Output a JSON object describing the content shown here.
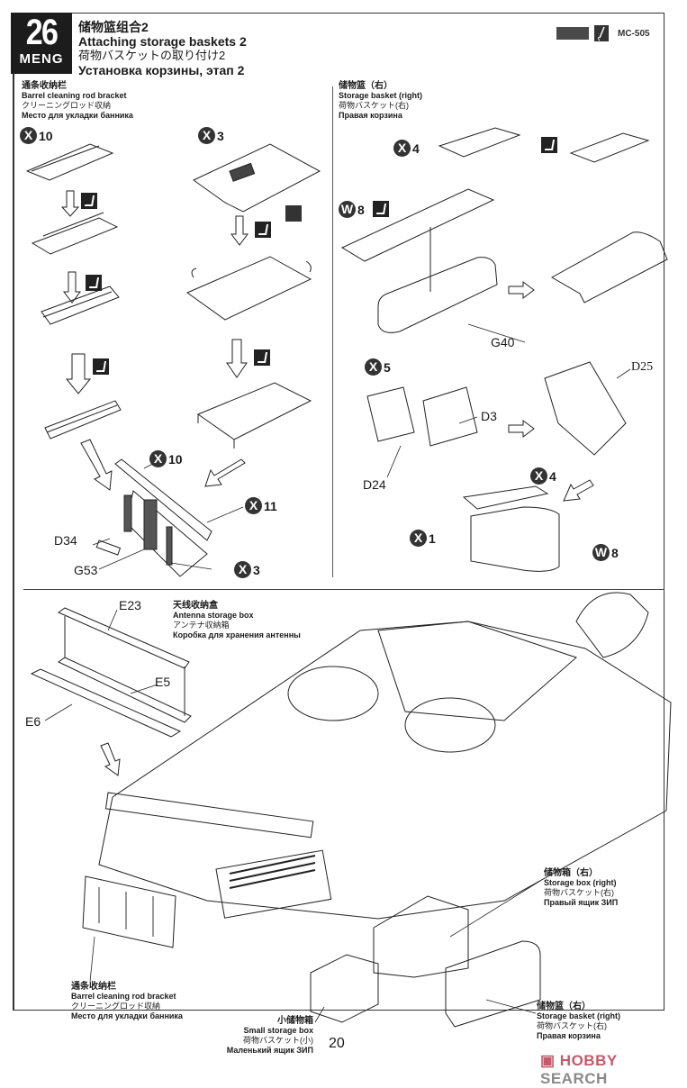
{
  "header": {
    "step_number": "26",
    "brand": "MENG",
    "title_zh": "储物篮组合2",
    "title_en": "Attaching storage baskets 2",
    "title_ja": "荷物バスケットの取り付け2",
    "title_ru": "Установка корзины, этап 2",
    "paint": {
      "swatch_color": "#4a4a4a",
      "code": "MC-505",
      "icon": "brush-icon"
    }
  },
  "sections": {
    "barrel_bracket_top": {
      "zh": "通条收纳栏",
      "en": "Barrel cleaning rod bracket",
      "ja": "クリーニングロッド収納",
      "ru": "Место для укладки банника"
    },
    "storage_basket_top": {
      "zh": "储物篮（右）",
      "en": "Storage basket (right)",
      "ja": "荷物バスケット(右)",
      "ru": "Правая корзина"
    },
    "antenna_box": {
      "zh": "天线收纳盒",
      "en": "Antenna storage box",
      "ja": "アンテナ収納箱",
      "ru": "Коробка для хранения антенны"
    },
    "barrel_bracket_bottom": {
      "zh": "通条收纳栏",
      "en": "Barrel cleaning rod bracket",
      "ja": "クリーニングロッド収納",
      "ru": "Место для укладки банника"
    },
    "small_box": {
      "zh": "小储物箱",
      "en": "Small storage box",
      "ja": "荷物バスケット(小)",
      "ru": "Маленький ящик ЗИП"
    },
    "storage_box_right": {
      "zh": "储物箱（右）",
      "en": "Storage box (right)",
      "ja": "荷物バスケット(右)",
      "ru": "Правый ящик ЗИП"
    },
    "storage_basket_bottom": {
      "zh": "储物篮（右）",
      "en": "Storage basket (right)",
      "ja": "荷物バスケット(右)",
      "ru": "Правая корзина"
    }
  },
  "badges": [
    {
      "type": "X",
      "count": "10"
    },
    {
      "type": "X",
      "count": "3"
    },
    {
      "type": "X",
      "count": "4"
    },
    {
      "type": "W",
      "count": "8"
    },
    {
      "type": "X",
      "count": "5"
    },
    {
      "type": "X",
      "count": "10"
    },
    {
      "type": "X",
      "count": "11"
    },
    {
      "type": "X",
      "count": "3"
    },
    {
      "type": "X",
      "count": "4"
    },
    {
      "type": "X",
      "count": "1"
    },
    {
      "type": "W",
      "count": "8"
    }
  ],
  "parts": [
    "D34",
    "G53",
    "G40",
    "D3",
    "D24",
    "D25",
    "E23",
    "E5",
    "E6"
  ],
  "footer": {
    "page_number": "20",
    "watermark_brand": "HOBBY",
    "watermark_suffix": "SEARCH"
  }
}
